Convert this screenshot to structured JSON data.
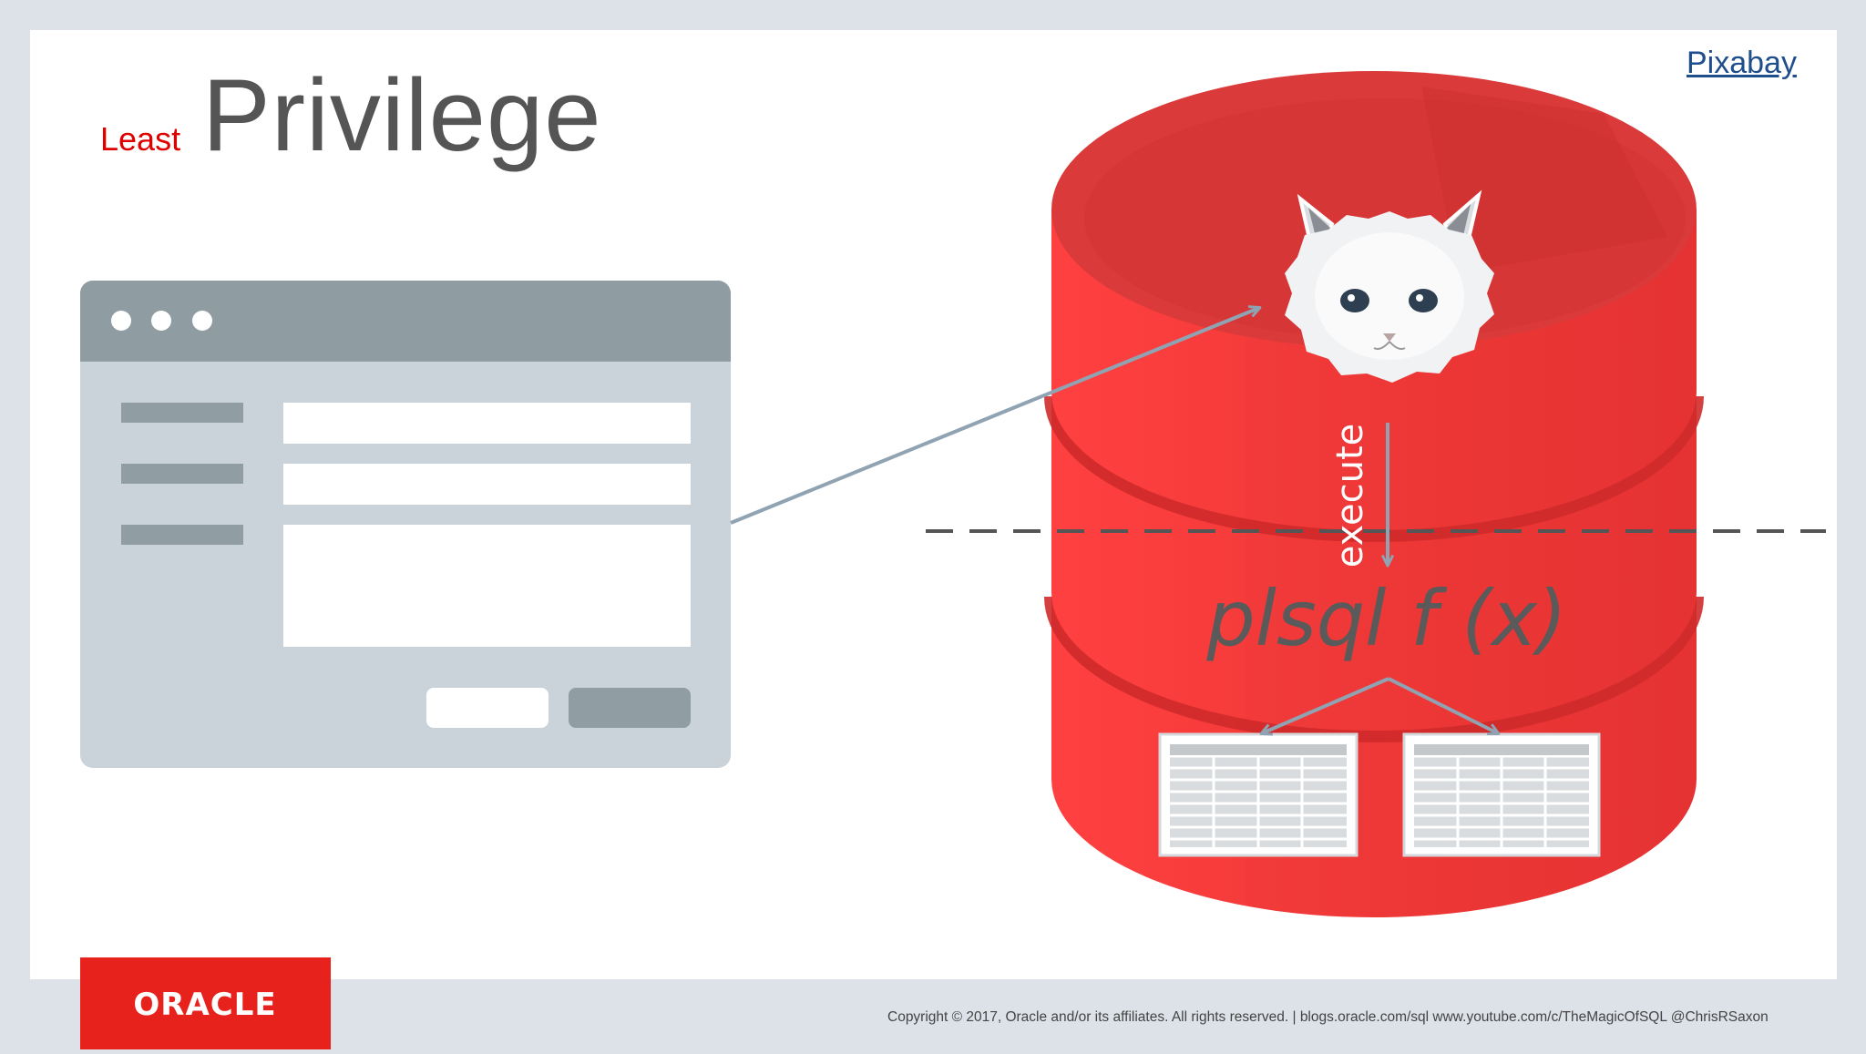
{
  "slide": {
    "title_prefix": "Least",
    "title": "Privilege",
    "credit_link": "Pixabay"
  },
  "diagram": {
    "execute_label": "execute",
    "function_label": "plsql f (x)"
  },
  "footer": {
    "brand": "ORACLE",
    "copyright": "Copyright © 2017, Oracle and/or its affiliates. All rights reserved.  |  blogs.oracle.com/sql www.youtube.com/c/TheMagicOfSQL @ChrisRSaxon"
  },
  "colors": {
    "accent_red": "#e00000",
    "oracle_red": "#e7211c",
    "database_red": "#f23b3b",
    "arrow": "#8fa3b3"
  }
}
